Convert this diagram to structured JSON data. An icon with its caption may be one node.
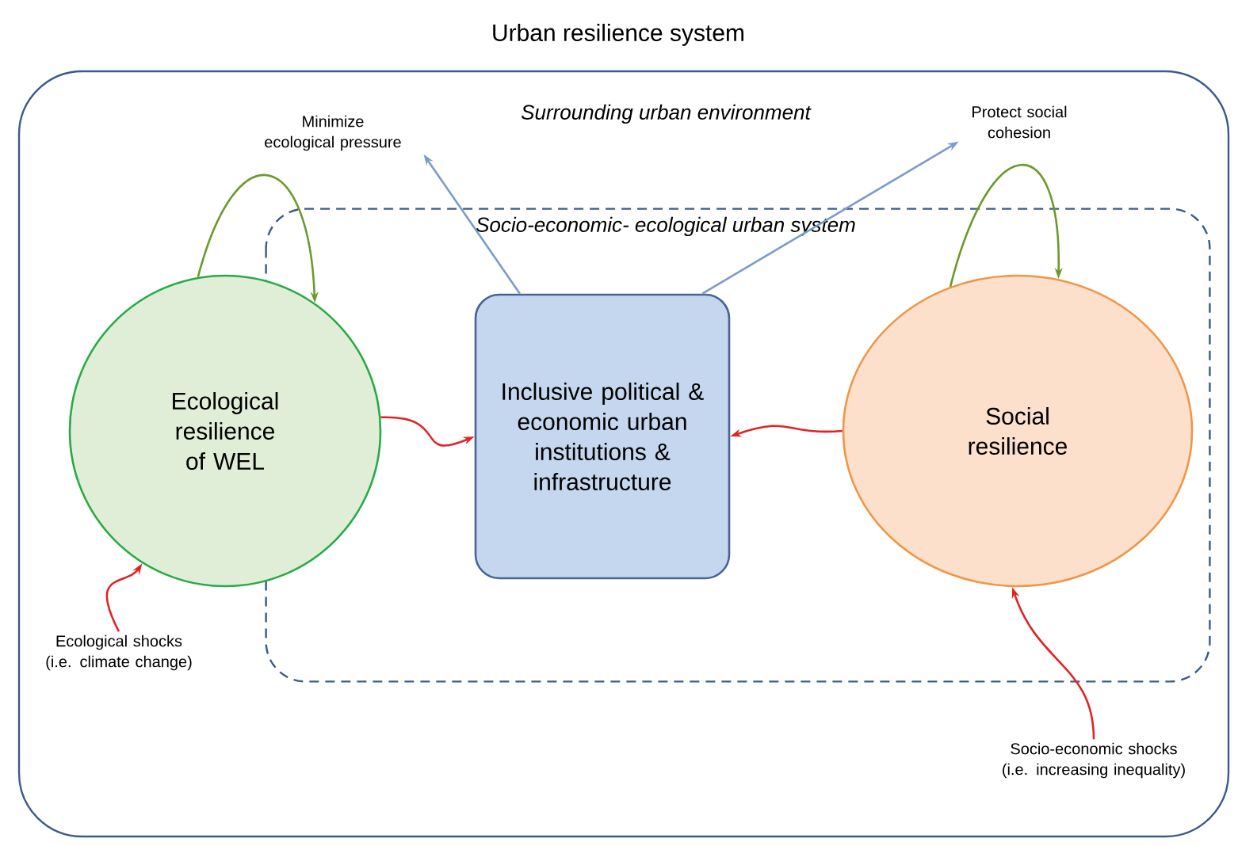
{
  "diagram": {
    "nodes": [
      {
        "text": [
          "Urban resilience system",
          "Surrounding urban environment"
        ]
      },
      {
        "text": [
          "Socio-economic- ecological urban system"
        ],
        "in": 0
      },
      {
        "text": [
          "Ecological resilience of WEL"
        ],
        "in": 0
      },
      {
        "text": [
          "Inclusive political & economic urban institutions & infrastructure"
        ],
        "in": 1
      },
      {
        "text": [
          "Social resilience"
        ],
        "in": 1
      },
      {
        "text": [
          "Minimize ecological pressure"
        ],
        "in": 0
      },
      {
        "text": [
          "Protect social cohesion"
        ],
        "in": 0
      },
      {
        "text": [
          "Ecological shocks (i.e. climate change)"
        ],
        "in": 0
      },
      {
        "text": [
          "Socio-economic shocks (i.e. increasing inequality)"
        ],
        "in": 0
      }
    ],
    "edges": [
      {
        "from": 2,
        "to": 2,
        "arrow": "to",
        "color": "#6a9a2a"
      },
      {
        "from": 4,
        "to": 4,
        "arrow": "to",
        "color": "#6a9a2a"
      },
      {
        "from": 3,
        "to": 5,
        "arrow": "to",
        "color": "#7a9cc8"
      },
      {
        "from": 3,
        "to": 6,
        "arrow": "to",
        "color": "#7a9cc8"
      },
      {
        "from": 2,
        "to": 3,
        "arrow": "to",
        "color": "#e02424"
      },
      {
        "from": 4,
        "to": 3,
        "arrow": "to",
        "color": "#e02424"
      },
      {
        "from": 7,
        "to": 2,
        "arrow": "to",
        "color": "#e02424"
      },
      {
        "from": 8,
        "to": 4,
        "arrow": "to",
        "color": "#e02424"
      }
    ]
  }
}
